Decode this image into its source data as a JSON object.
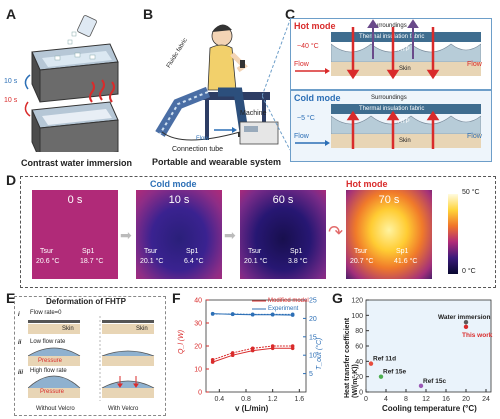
{
  "panels": {
    "A": "A",
    "B": "B",
    "C": "C",
    "D": "D",
    "E": "E",
    "F": "F",
    "G": "G"
  },
  "panelA": {
    "time_top": "10 s",
    "time_bottom": "10 s",
    "caption": "Contrast water immersion"
  },
  "panelB": {
    "fabric_label": "Fluidic fabric",
    "flow_label": "Flow",
    "machine_label": "Machine",
    "tube_label": "Connection tube",
    "caption": "Portable and wearable system"
  },
  "panelC": {
    "hot": {
      "title": "Hot mode",
      "surroundings": "Surroundings",
      "fabric": "Thermal insulation fabric",
      "fhtp": "FHTP",
      "skin": "Skin",
      "temp": "~40 °C",
      "flow_left": "Flow",
      "flow_right": "Flow"
    },
    "cold": {
      "title": "Cold mode",
      "surroundings": "Surroundings",
      "fabric": "Thermal insulation fabric",
      "fhtp": "FHTP",
      "skin": "Skin",
      "temp": "~5 °C",
      "flow_left": "Flow",
      "flow_right": "Flow"
    }
  },
  "panelD": {
    "cold_mode": "Cold mode",
    "hot_mode": "Hot mode",
    "frames": [
      {
        "time": "0 s",
        "tsur": "Tsur",
        "tsur_val": "20.6 °C",
        "sp": "Sp1",
        "sp_val": "18.7 °C"
      },
      {
        "time": "10 s",
        "tsur": "Tsur",
        "tsur_val": "20.1 °C",
        "sp": "Sp1",
        "sp_val": "6.4 °C"
      },
      {
        "time": "60 s",
        "tsur": "Tsur",
        "tsur_val": "20.1 °C",
        "sp": "Sp1",
        "sp_val": "3.8 °C"
      },
      {
        "time": "70 s",
        "tsur": "Tsur",
        "tsur_val": "20.7 °C",
        "sp": "Sp1",
        "sp_val": "41.6 °C"
      }
    ],
    "colorbar_max": "50 °C",
    "colorbar_min": "0 °C"
  },
  "panelE": {
    "title": "Deformation of FHTP",
    "rows": [
      {
        "num": "i",
        "label": "Flow rate=0"
      },
      {
        "num": "ii",
        "label": "Low flow rate"
      },
      {
        "num": "iii",
        "label": "High flow rate"
      }
    ],
    "skin": "Skin",
    "pressure": "Pressure",
    "left_caption": "Without Velcro",
    "right_caption": "With Velcro"
  },
  "panelF": {
    "legend_model": "Modified model",
    "legend_exp": "Experiment",
    "ylabel_left": "Q_l (W)",
    "ylabel_right": "T_out (°C)",
    "xlabel": "v (L/min)"
  },
  "panelG": {
    "ylabel": "Heat transfer coefficient (W/(m²·K))",
    "xlabel": "Cooling temperature (°C)"
  },
  "chart_data": [
    {
      "type": "line",
      "x": [
        0.3,
        0.6,
        0.9,
        1.2,
        1.5
      ],
      "series": [
        {
          "name": "Modified model",
          "axis": "left",
          "values": [
            14,
            17,
            19,
            20,
            20
          ]
        },
        {
          "name": "Experiment",
          "axis": "left",
          "values": [
            13,
            16,
            18,
            19,
            19
          ]
        },
        {
          "name": "Modified model",
          "axis": "right",
          "values": [
            21.2,
            21.2,
            21.1,
            21.1,
            21.1
          ]
        },
        {
          "name": "Experiment",
          "axis": "right",
          "values": [
            21.3,
            21.1,
            21.0,
            21.0,
            20.9
          ]
        }
      ],
      "xlabel": "v (L/min)",
      "ylabel": "Q_l (W)",
      "y2label": "T_out (°C)",
      "xticks": [
        "0.4",
        "0.8",
        "1.2",
        "1.6"
      ],
      "yticks": [
        "0",
        "10",
        "20",
        "30",
        "40"
      ],
      "y2ticks": [
        "5",
        "10",
        "15",
        "20",
        "25"
      ],
      "xlim": [
        0.2,
        1.7
      ],
      "ylim": [
        0,
        40
      ],
      "y2lim": [
        0,
        25
      ]
    },
    {
      "type": "scatter",
      "points": [
        {
          "label": "Water immersion",
          "x": 20,
          "y": 91,
          "color": "#5a5a5a"
        },
        {
          "label": "This work",
          "x": 20,
          "y": 85,
          "color": "#d92b2b"
        },
        {
          "label": "Ref 11d",
          "x": 1,
          "y": 37,
          "color": "#e74c3c"
        },
        {
          "label": "Ref 15e",
          "x": 3,
          "y": 20,
          "color": "#4caf50"
        },
        {
          "label": "Ref 15c",
          "x": 11,
          "y": 8,
          "color": "#9b59b6"
        }
      ],
      "xlabel": "Cooling temperature (°C)",
      "ylabel": "Heat transfer coefficient (W/(m²·K))",
      "xticks": [
        "0",
        "4",
        "8",
        "12",
        "16",
        "20",
        "24"
      ],
      "yticks": [
        "0",
        "20",
        "40",
        "60",
        "80",
        "100",
        "120"
      ],
      "xlim": [
        0,
        25
      ],
      "ylim": [
        0,
        120
      ]
    }
  ],
  "colors": {
    "hot": "#d92b2b",
    "cold": "#2c6fb6",
    "panel_border": "#6d9ec9",
    "fabric": "#3f6d8f",
    "skin": "#e8d5b5"
  }
}
